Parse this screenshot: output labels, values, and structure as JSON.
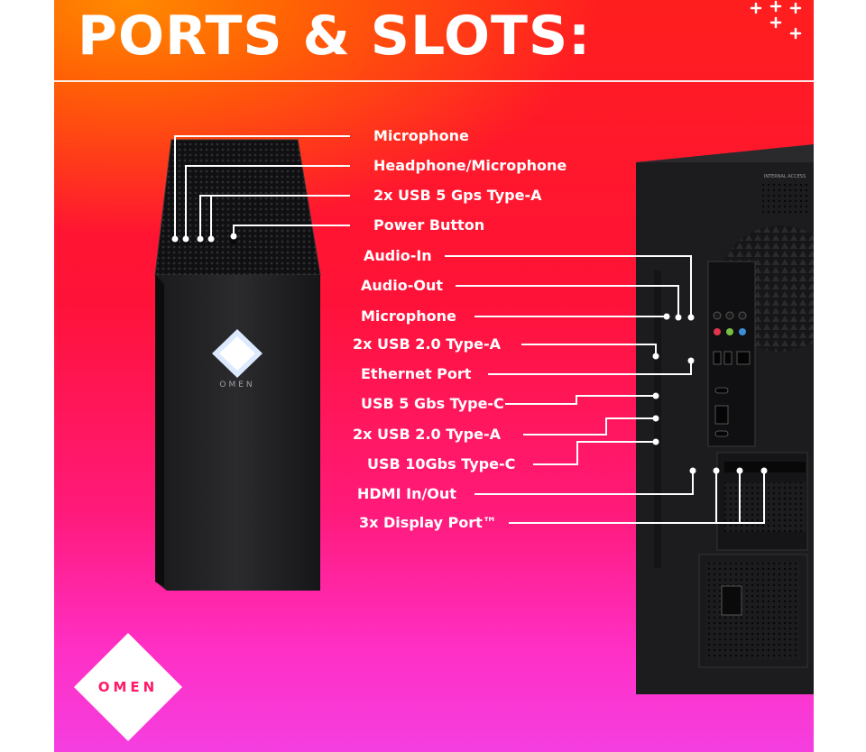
{
  "title": "PORTS & SLOTS:",
  "front_ports": [
    {
      "label": "Microphone"
    },
    {
      "label": "Headphone/Microphone"
    },
    {
      "label": "2x USB 5 Gps Type-A"
    },
    {
      "label": "Power Button"
    }
  ],
  "rear_ports": [
    {
      "label": "Audio-In"
    },
    {
      "label": "Audio-Out"
    },
    {
      "label": "Microphone"
    },
    {
      "label": "2x USB 2.0 Type-A"
    },
    {
      "label": "Ethernet Port"
    },
    {
      "label": "USB 5 Gbs Type-C"
    },
    {
      "label": "2x USB 2.0 Type-A"
    },
    {
      "label": "USB 10Gbs Type-C"
    },
    {
      "label": "HDMI In/Out"
    },
    {
      "label": "3x Display Port™"
    }
  ],
  "front_panel_brand": "OMEN",
  "rear_panel_text": "INTERNAL ACCESS",
  "logo_text": "OMEN",
  "colors": {
    "gradient_top": "#ff1e1e",
    "gradient_bottom": "#f53ee0",
    "gradient_corner": "#ff8a00",
    "text": "#ffffff",
    "chassis": "#1b1b1d"
  }
}
